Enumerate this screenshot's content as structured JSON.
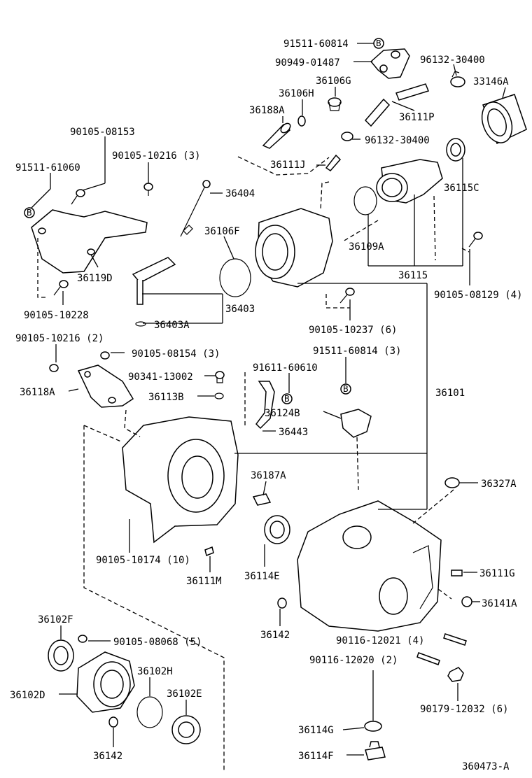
{
  "diagram_id": "360473-A",
  "labels": {
    "p91511_60814": "91511-60814",
    "p90949_01487": "90949-01487",
    "p96132_30400_a": "96132-30400",
    "p33146A": "33146A",
    "p36106G": "36106G",
    "p36106H": "36106H",
    "p36188A": "36188A",
    "p36111P": "36111P",
    "p96132_30400_b": "96132-30400",
    "p90105_08153": "90105-08153",
    "p90105_10216_3": "90105-10216 (3)",
    "p91511_61060": "91511-61060",
    "p36111J": "36111J",
    "p36115C": "36115C",
    "p36404": "36404",
    "p36106F": "36106F",
    "p36109A": "36109A",
    "p36119D": "36119D",
    "p36115": "36115",
    "p90105_08129_4": "90105-08129 (4)",
    "p90105_10228": "90105-10228",
    "p36403": "36403",
    "p36403A": "36403A",
    "p90105_10237_6": "90105-10237 (6)",
    "p90105_10216_2": "90105-10216 (2)",
    "p90105_08154_3": "90105-08154 (3)",
    "p91511_60814_3": "91511-60814 (3)",
    "p91611_60610": "91611-60610",
    "p90341_13002": "90341-13002",
    "p36118A": "36118A",
    "p36113B": "36113B",
    "p36101": "36101",
    "p36124B": "36124B",
    "p36443": "36443",
    "p36187A": "36187A",
    "p36327A": "36327A",
    "p90105_10174_10": "90105-10174 (10)",
    "p36111M": "36111M",
    "p36114E": "36114E",
    "p36111G": "36111G",
    "p36141A": "36141A",
    "p36102F": "36102F",
    "p90105_08068_5": "90105-08068 (5)",
    "p36142_a": "36142",
    "p90116_12021_4": "90116-12021 (4)",
    "p90116_12020_2": "90116-12020 (2)",
    "p36102H": "36102H",
    "p36102D": "36102D",
    "p36102E": "36102E",
    "p90179_12032_6": "90179-12032 (6)",
    "p36114G": "36114G",
    "p36142_b": "36142",
    "p36114F": "36114F",
    "badge_b": "B"
  }
}
